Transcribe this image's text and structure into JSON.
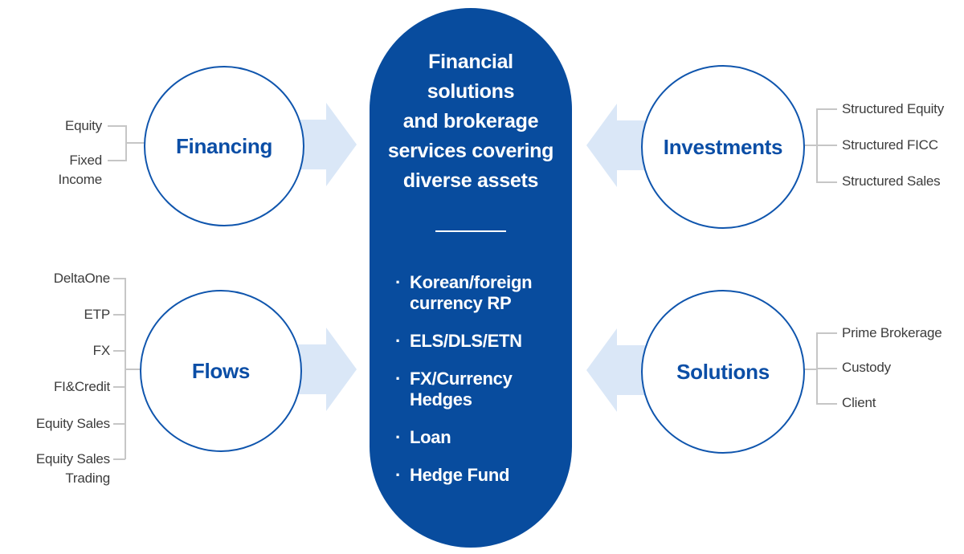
{
  "center": {
    "heading": "Financial\nsolutions\nand brokerage\nservices covering\ndiverse assets",
    "bullet": "·",
    "items": [
      "Korean/foreign currency RP",
      "ELS/DLS/ETN",
      "FX/Currency Hedges",
      "Loan",
      "Hedge Fund"
    ]
  },
  "nodes": [
    {
      "id": "financing",
      "title": "Financing",
      "side": "left",
      "labels": [
        "Equity",
        "Fixed\nIncome"
      ]
    },
    {
      "id": "investments",
      "title": "Investments",
      "side": "right",
      "labels": [
        "Structured Equity",
        "Structured FICC",
        "Structured Sales"
      ]
    },
    {
      "id": "flows",
      "title": "Flows",
      "side": "left",
      "labels": [
        "DeltaOne",
        "ETP",
        "FX",
        "FI&Credit",
        "Equity Sales",
        "Equity Sales\nTrading"
      ]
    },
    {
      "id": "solutions",
      "title": "Solutions",
      "side": "right",
      "labels": [
        "Prime Brokerage",
        "Custody",
        "Client"
      ]
    }
  ],
  "colors": {
    "capsule-blue": "#084c9e",
    "circle-blue": "#0f55ad",
    "title-blue": "#0b4ea6",
    "arrow-blue": "#dae7f7",
    "line-gray": "#c6c6c6",
    "label-gray": "#3c3c3c",
    "text-white": "#ffffff"
  }
}
